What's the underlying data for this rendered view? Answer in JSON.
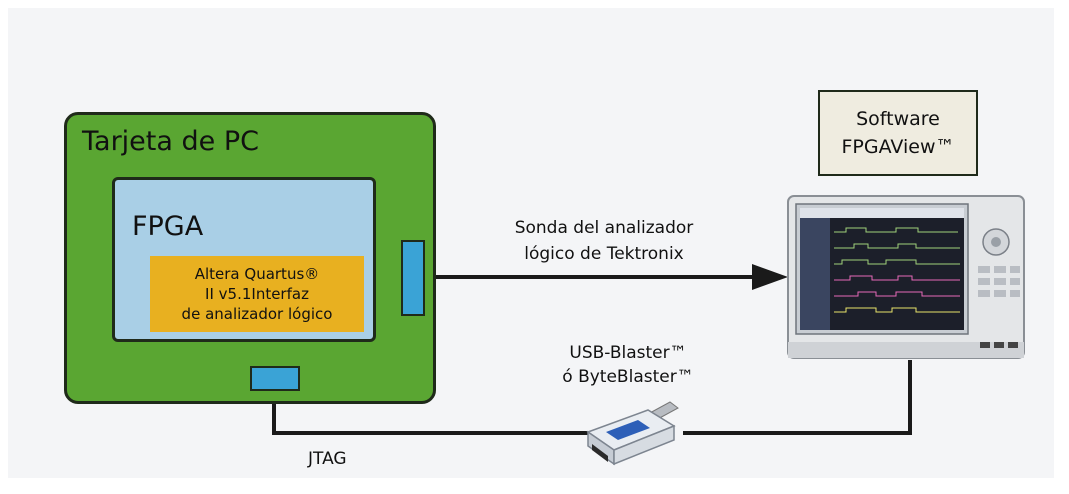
{
  "diagram": {
    "board": {
      "label": "Tarjeta de PC",
      "fpga": {
        "label": "FPGA",
        "altera_lines": [
          "Altera Quartus®",
          "II v5.1Interfaz",
          "de analizador lógico"
        ]
      },
      "right_connector": "probe-connector",
      "bottom_connector": "jtag-connector"
    },
    "probe_label_lines": [
      "Sonda del analizador",
      "lógico de Tektronix"
    ],
    "software_lines": [
      "Software",
      "FPGAView™"
    ],
    "usb_label_lines": [
      "USB-Blaster™",
      "ó ByteBlaster™"
    ],
    "jtag_label": "JTAG"
  },
  "colors": {
    "board": "#5aa632",
    "fpga": "#a9cfe6",
    "altera": "#e8b020",
    "connector": "#3aa3d6",
    "software_box": "#efece0",
    "wire": "#1a1a1a"
  },
  "icons": [
    "logic-analyzer-instrument",
    "usb-blaster-device",
    "arrow-right"
  ]
}
